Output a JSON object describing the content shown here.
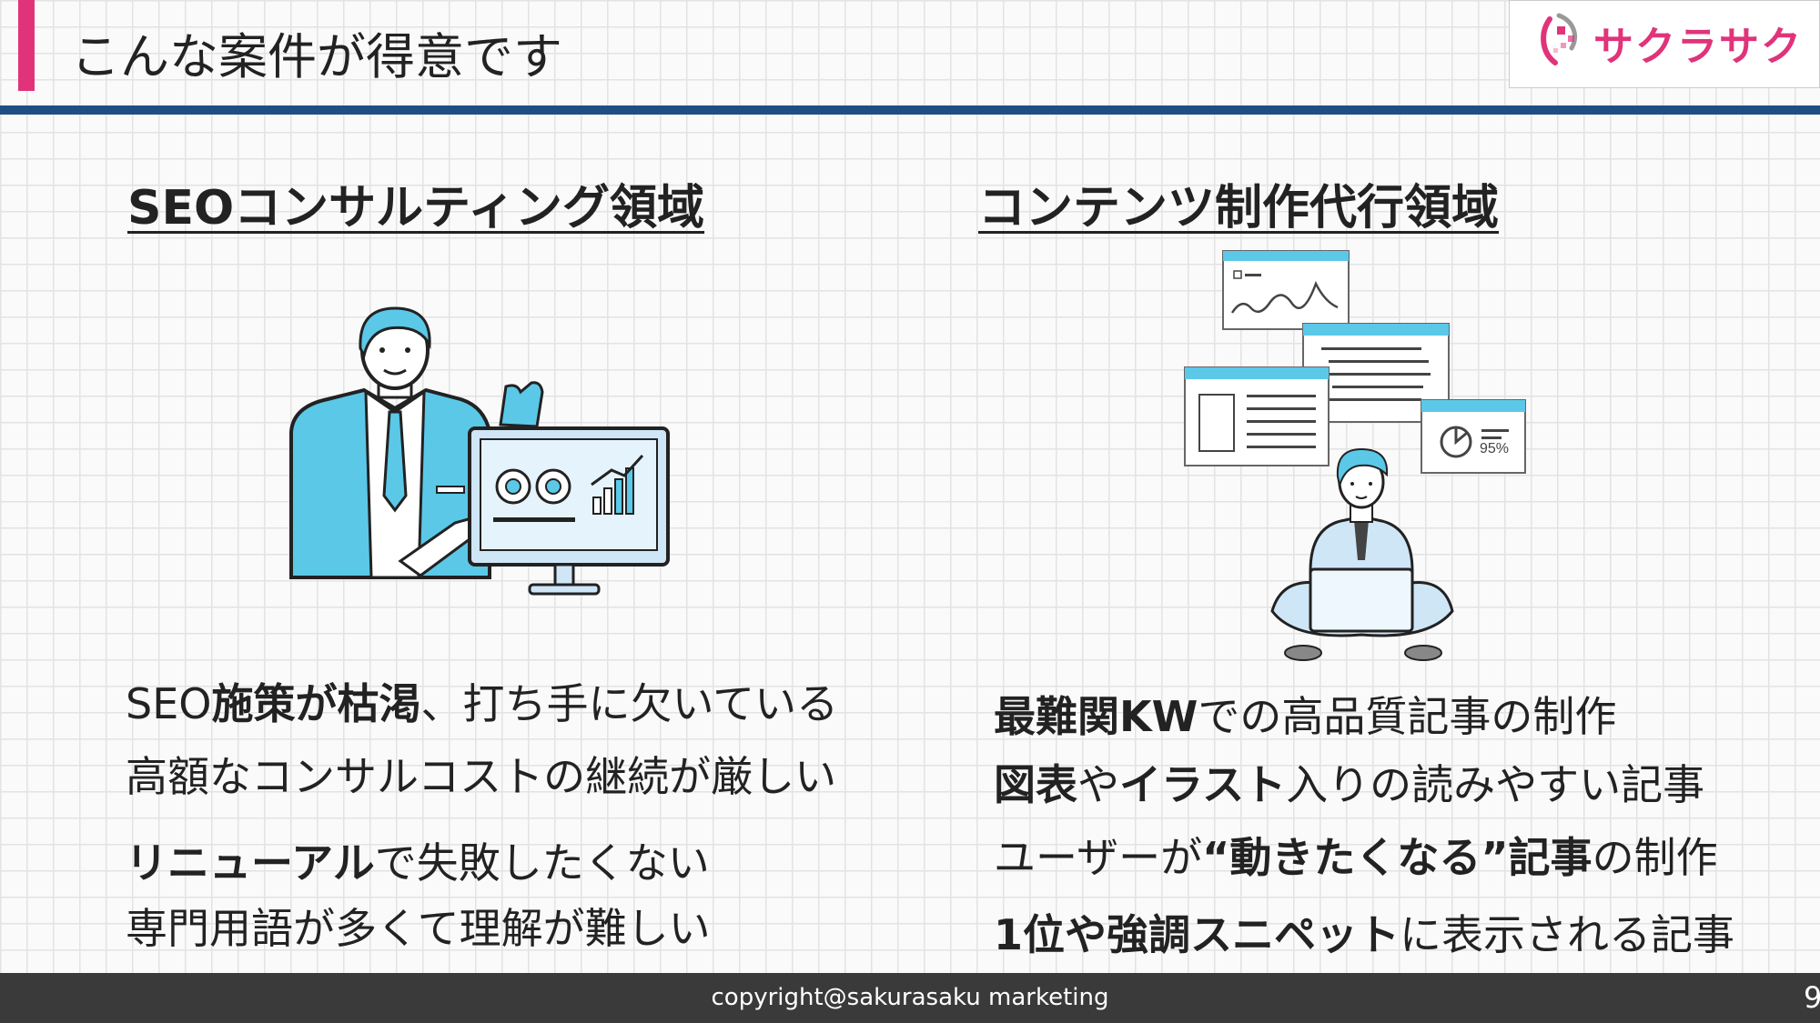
{
  "header": {
    "title": "こんな案件が得意です",
    "logo_text": "サクラサク"
  },
  "left": {
    "heading": "SEOコンサルティング領域",
    "lines": [
      [
        {
          "b": "SEO"
        },
        {
          "s": "施策が枯渇",
          "bold": true
        },
        {
          "s": "、打ち手に欠いている"
        }
      ],
      "高額なコンサルコストの継続が厳しい",
      "リニューアル",
      "で失敗したくない",
      "専門用語が多くて理解が難しい"
    ],
    "line1": {
      "a": "SEO",
      "b": "施策が枯渇",
      "c": "、打ち手に欠いている"
    },
    "line2": "高額なコンサルコストの継続が厳しい",
    "line3": {
      "b": "リニューアル",
      "c": "で失敗したくない"
    },
    "line4": "専門用語が多くて理解が難しい"
  },
  "right": {
    "heading": "コンテンツ制作代行領域",
    "widget_value": "95%",
    "line1": {
      "b": "最難関KW",
      "c": "での高品質記事の制作"
    },
    "line2": {
      "b1": "図表",
      "c1": "や",
      "b2": "イラスト",
      "c2": "入りの読みやすい記事"
    },
    "line3": {
      "a": "ユーザーが",
      "b": "“動きたくなる”記事",
      "c": "の制作"
    },
    "line4": {
      "b": "1位や強調スニペット",
      "c": "に表示される記事"
    }
  },
  "footer": {
    "copyright": "copyright@sakurasaku marketing",
    "page_number": "9"
  },
  "colors": {
    "accent": "#e0337a",
    "navy": "#1f4e85",
    "illustration_blue": "#5bc8e8",
    "footer_bg": "#3a3a3a"
  }
}
